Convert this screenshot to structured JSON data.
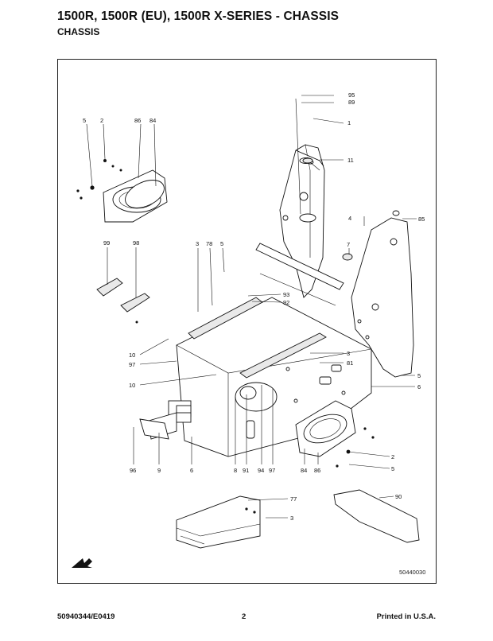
{
  "header": {
    "title": "1500R, 1500R (EU), 1500R X-SERIES -  CHASSIS",
    "subtitle": "CHASSIS"
  },
  "figure": {
    "number": "50440030",
    "callouts": {
      "c95": "95",
      "c89": "89",
      "c1": "1",
      "c11": "11",
      "c4": "4",
      "c85": "85",
      "c7": "7",
      "c5a": "5",
      "c2a": "2",
      "c86a": "86",
      "c84a": "84",
      "c99": "99",
      "c98": "98",
      "c3a": "3",
      "c78": "78",
      "c5b": "5",
      "c93": "93",
      "c92": "92",
      "c10a": "10",
      "c97a": "97",
      "c10b": "10",
      "c3b": "3",
      "c81": "81",
      "c5c": "5",
      "c6a": "6",
      "c96": "96",
      "c9": "9",
      "c6b": "6",
      "c8": "8",
      "c91": "91",
      "c94": "94",
      "c97b": "97",
      "c84b": "84",
      "c86b": "86",
      "c2b": "2",
      "c5d": "5",
      "c77": "77",
      "c3c": "3",
      "c90": "90"
    }
  },
  "footer": {
    "doc_number": "50940344/E0419",
    "page": "2",
    "printed": "Printed in U.S.A."
  }
}
